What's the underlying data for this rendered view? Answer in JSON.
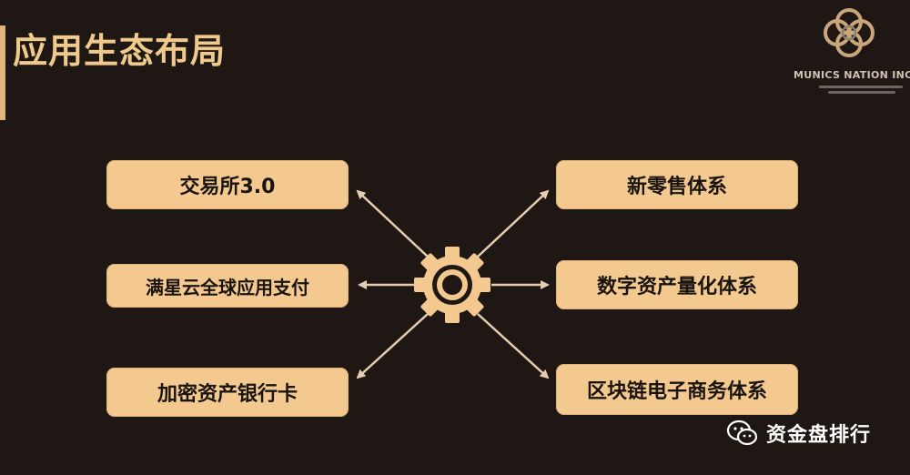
{
  "slide": {
    "title": "应用生态布局",
    "logo_text": "MUNICS NATION INC"
  },
  "diagram": {
    "center": "gear-icon",
    "left_items": [
      "交易所3.0",
      "满星云全球应用支付",
      "加密资产银行卡"
    ],
    "right_items": [
      "新零售体系",
      "数字资产量化体系",
      "区块链电子商务体系"
    ]
  },
  "footer": {
    "account_name": "资金盘排行",
    "icon": "wechat-icon"
  },
  "colors": {
    "background": "#1e1714",
    "accent": "#f3c98f",
    "title": "#f0c98c",
    "arrow": "#e6cdb2"
  }
}
